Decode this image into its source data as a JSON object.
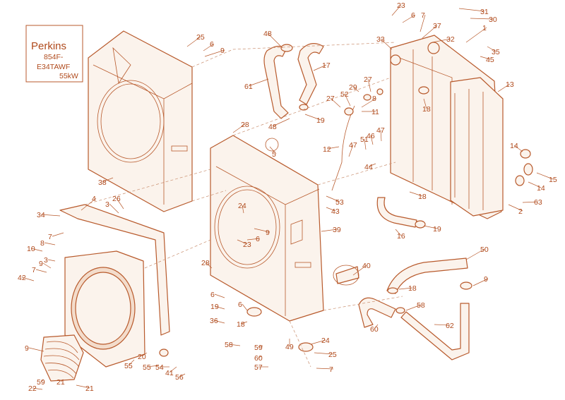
{
  "legend": {
    "brand": "Perkins",
    "model_line1": "854F-",
    "model_line2": "E34TAWF",
    "power": "55kW"
  },
  "colors": {
    "line": "#b85a2c",
    "fill": "#fbf3ec",
    "text": "#b04a1c"
  },
  "callouts": [
    "23",
    "31",
    "6",
    "7",
    "30",
    "37",
    "48",
    "32",
    "1",
    "25",
    "33",
    "35",
    "6",
    "9",
    "45",
    "17",
    "13",
    "61",
    "27",
    "29",
    "52",
    "8",
    "27",
    "11",
    "18",
    "19",
    "48",
    "28",
    "46",
    "47",
    "51",
    "12",
    "5",
    "47",
    "14",
    "44",
    "38",
    "15",
    "18",
    "53",
    "14",
    "43",
    "4",
    "26",
    "63",
    "3",
    "24",
    "34",
    "2",
    "7",
    "9",
    "8",
    "39",
    "6",
    "10",
    "3",
    "16",
    "19",
    "9",
    "23",
    "50",
    "40",
    "7",
    "28",
    "42",
    "6",
    "9",
    "18",
    "19",
    "6",
    "58",
    "18",
    "60",
    "36",
    "62",
    "49",
    "24",
    "58",
    "59",
    "25",
    "60",
    "9",
    "20",
    "55",
    "54",
    "55",
    "41",
    "56",
    "57",
    "7",
    "59",
    "21",
    "22",
    "21"
  ]
}
